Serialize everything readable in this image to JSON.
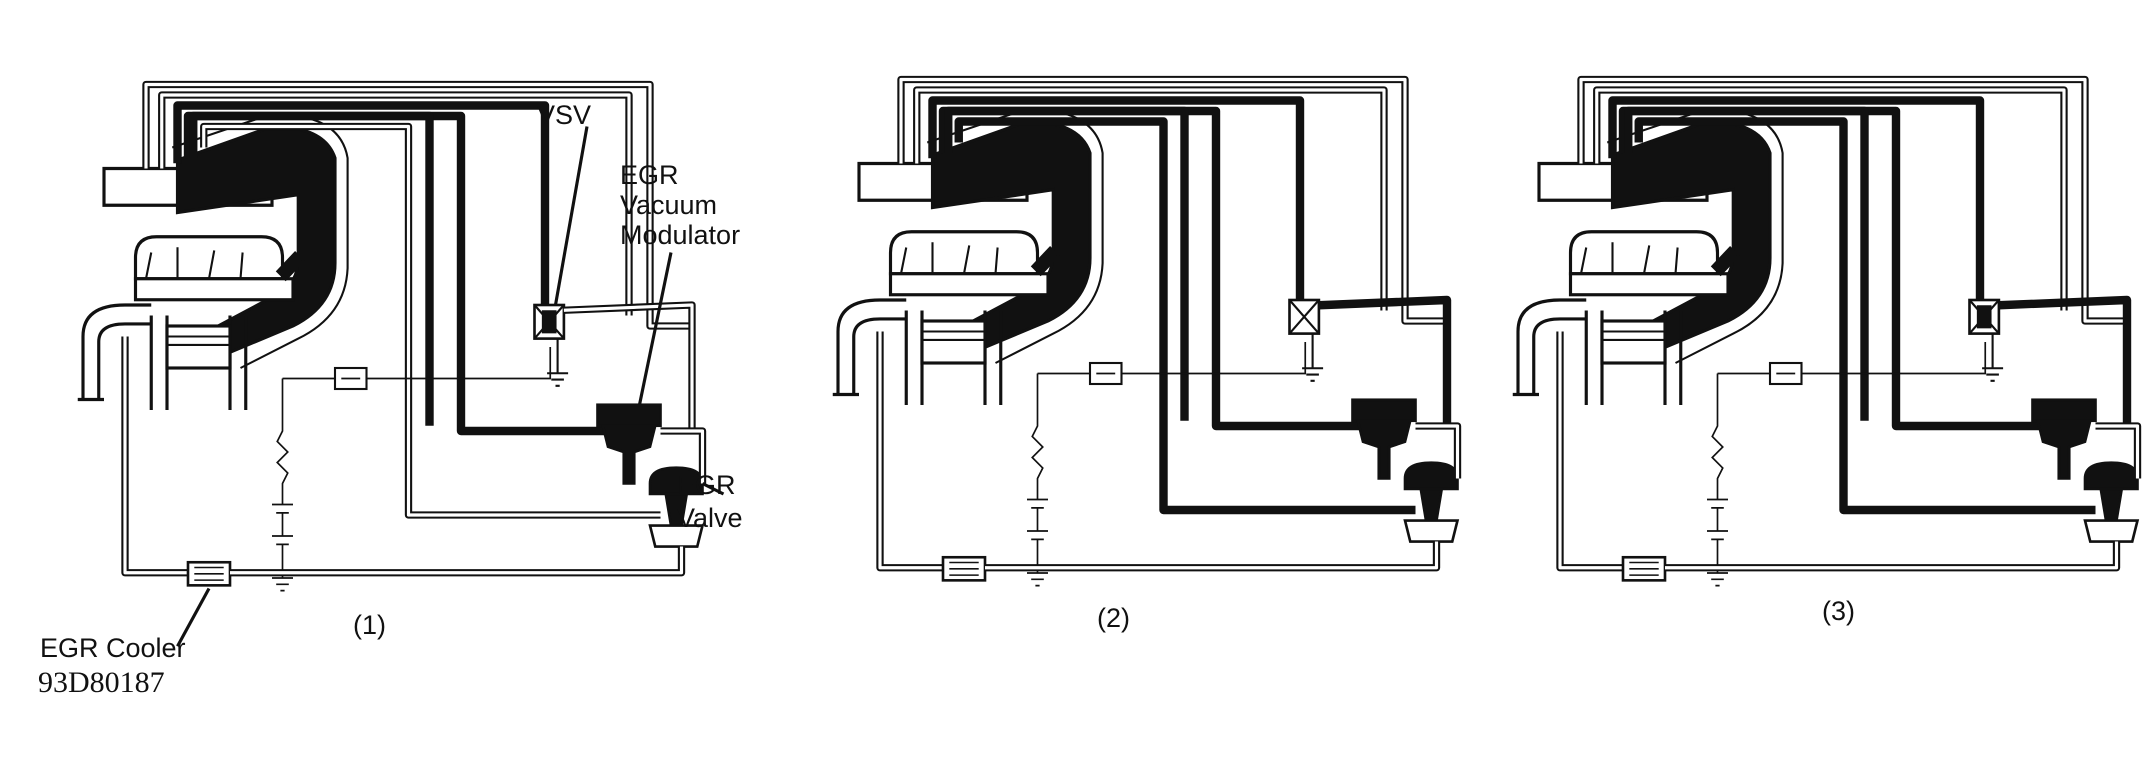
{
  "labels": {
    "vsv": "VSV",
    "modulator_line1": "EGR",
    "modulator_line2": "Vacuum",
    "modulator_line3": "Modulator",
    "valve_line1": "EGR",
    "valve_line2": "Valve",
    "cooler": "EGR Cooler",
    "figure_code": "93D80187"
  },
  "panels": [
    {
      "caption": "(1)"
    },
    {
      "caption": "(2)"
    },
    {
      "caption": "(3)"
    }
  ],
  "colors": {
    "line": "#111111",
    "vacuum_fill": "#111111",
    "background": "#ffffff"
  }
}
